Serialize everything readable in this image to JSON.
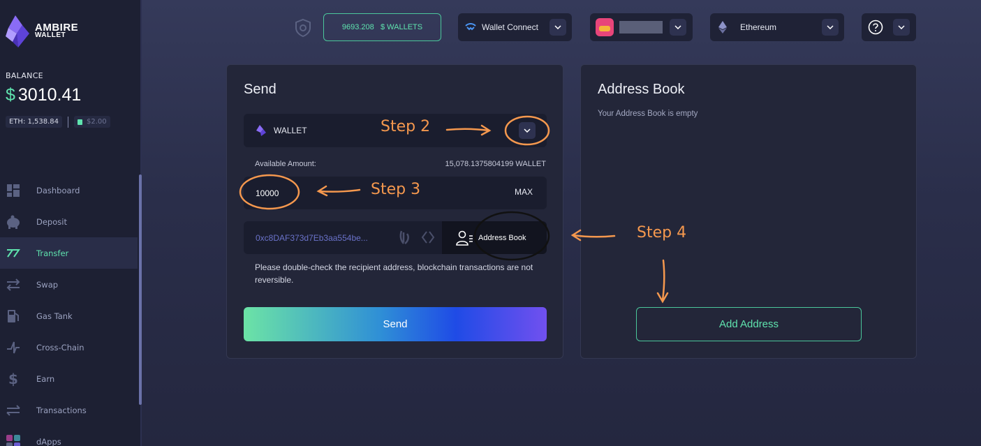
{
  "app": {
    "logo_line1": "AMBIRE",
    "logo_line2": "WALLET"
  },
  "sidebar": {
    "balance_label": "BALANCE",
    "balance_currency": "$",
    "balance_value": "3010.41",
    "eth_chip": "ETH: 1,538.84",
    "gas_chip": "$2.00",
    "items": [
      {
        "label": "Dashboard",
        "icon": "dashboard-icon"
      },
      {
        "label": "Deposit",
        "icon": "piggy-bank-icon"
      },
      {
        "label": "Transfer",
        "icon": "transfer-icon",
        "active": true
      },
      {
        "label": "Swap",
        "icon": "swap-icon"
      },
      {
        "label": "Gas Tank",
        "icon": "gas-pump-icon"
      },
      {
        "label": "Cross-Chain",
        "icon": "cross-chain-icon"
      },
      {
        "label": "Earn",
        "icon": "dollar-icon"
      },
      {
        "label": "Transactions",
        "icon": "transactions-icon"
      },
      {
        "label": "dApps",
        "icon": "dapps-icon"
      }
    ]
  },
  "topbar": {
    "wallets_amount": "9693.208",
    "wallets_unit": "$ WALLETS",
    "wallet_connect_label": "Wallet Connect",
    "network_label": "Ethereum"
  },
  "send": {
    "title": "Send",
    "token_label": "WALLET",
    "available_label": "Available Amount:",
    "available_value": "15,078.1375804199 WALLET",
    "amount_value": "10000",
    "max_label": "MAX",
    "recipient_value": "0xc8DAF373d7Eb3aa554be...",
    "address_book_button": "Address Book",
    "warning": "Please double-check the recipient address, blockchain transactions are not reversible.",
    "send_button": "Send"
  },
  "address_book": {
    "title": "Address Book",
    "empty_text": "Your Address Book is empty",
    "add_button": "Add Address"
  },
  "annotations": {
    "step2": "Step 2",
    "step3": "Step 3",
    "step4": "Step 4"
  },
  "colors": {
    "accent_green": "#5fe3ae",
    "annotation_orange": "#f5984e",
    "panel_bg": "#232639",
    "sidebar_bg": "#1d2033"
  }
}
